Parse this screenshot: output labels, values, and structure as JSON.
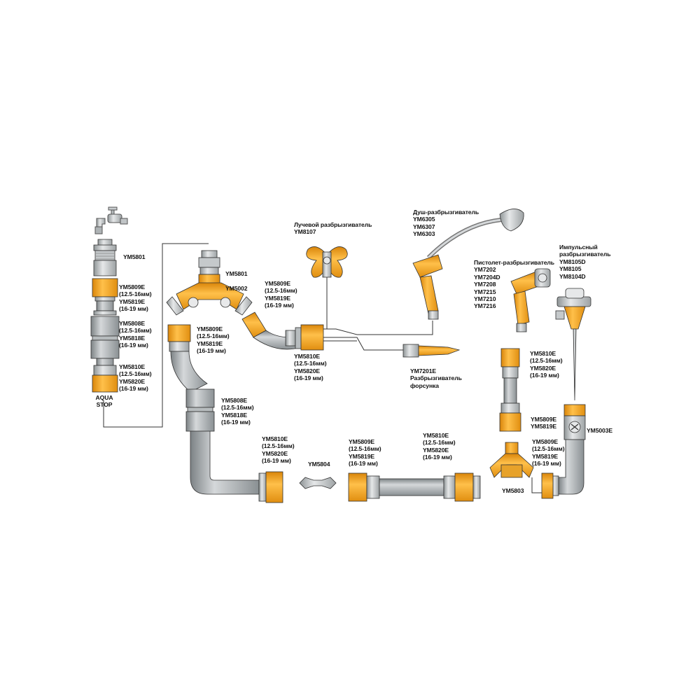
{
  "colors": {
    "orange": "#F5A418",
    "orange_dark": "#D9850A",
    "pipe": "#9EA3A6",
    "pipe_light": "#C9CDCF",
    "pipe_dark": "#7C8285",
    "metal": "#BFC3C5",
    "outline": "#222222",
    "leader": "#333333"
  },
  "labels": {
    "faucet_adapter": [
      "YM5801"
    ],
    "connector_top": [
      "YM5809E",
      "(12.5-16мм)",
      "YM5819E",
      "(16-19 мм)"
    ],
    "repair_top": [
      "YM5808E",
      "(12.5-16мм)",
      "YM5818E",
      "(16-19 мм)"
    ],
    "aquastop_top": [
      "YM5810E",
      "(12.5-16мм)",
      "YM5820E",
      "(16-19 мм)"
    ],
    "aqua_stop": [
      "AQUA",
      "STOP"
    ],
    "y_adapter": [
      "YM5801"
    ],
    "y_connector": [
      "YM5002"
    ],
    "connector_upper_right": [
      "YM5809E",
      "(12.5-16мм)",
      "YM5819E",
      "(16-19 мм)"
    ],
    "connector_left_pipe": [
      "YM5809E",
      "(12.5-16мм)",
      "YM5819E",
      "(16-19 мм)"
    ],
    "aquastop_center": [
      "YM5810E",
      "(12.5-16мм)",
      "YM5820E",
      "(16-19 мм)"
    ],
    "radial_sprinkler": [
      "Лучевой разбрызгиватель",
      "YM8107"
    ],
    "shower_sprinkler": [
      "Душ-разбрызгиватель",
      "YM6305",
      "YM6307",
      "YM6303"
    ],
    "pistol_sprinkler": [
      "Пистолет-разбрызгиватель",
      "YM7202",
      "YM7204D",
      "YM7208",
      "YM7215",
      "YM7210",
      "YM7216"
    ],
    "impulse_sprinkler": [
      "Импульсный",
      "разбрызгиватель",
      "YM8105D",
      "YM8105",
      "YM8104D"
    ],
    "nozzle": [
      "YM7201E",
      "Разбрызгиватель",
      "форсунка"
    ],
    "repair_left_pipe": [
      "YM5808E",
      "(12.5-16мм)",
      "YM5818E",
      "(16-19 мм)"
    ],
    "aquastop_bottom_left": [
      "YM5810E",
      "(12.5-16мм)",
      "YM5820E",
      "(16-19 мм)"
    ],
    "double_nipple": [
      "YM5804"
    ],
    "connector_bottom_mid": [
      "YM5809E",
      "(12.5-16мм)",
      "YM5819E",
      "(16-19 мм)"
    ],
    "aquastop_bottom_right": [
      "YM5810E",
      "(12.5-16мм)",
      "YM5820E",
      "(16-19 мм)"
    ],
    "aquastop_right": [
      "YM5810E",
      "(12.5-16мм)",
      "YM5820E",
      "(16-19 мм)"
    ],
    "connector_right_mid": [
      "YM5809E",
      "YM5819E"
    ],
    "connector_right_low": [
      "YM5809E",
      "(12.5-16мм)",
      "YM5819E",
      "(16-19 мм)"
    ],
    "y_adapter_small": [
      "YM5803"
    ],
    "valve_adapter": [
      "YM5003E"
    ]
  }
}
